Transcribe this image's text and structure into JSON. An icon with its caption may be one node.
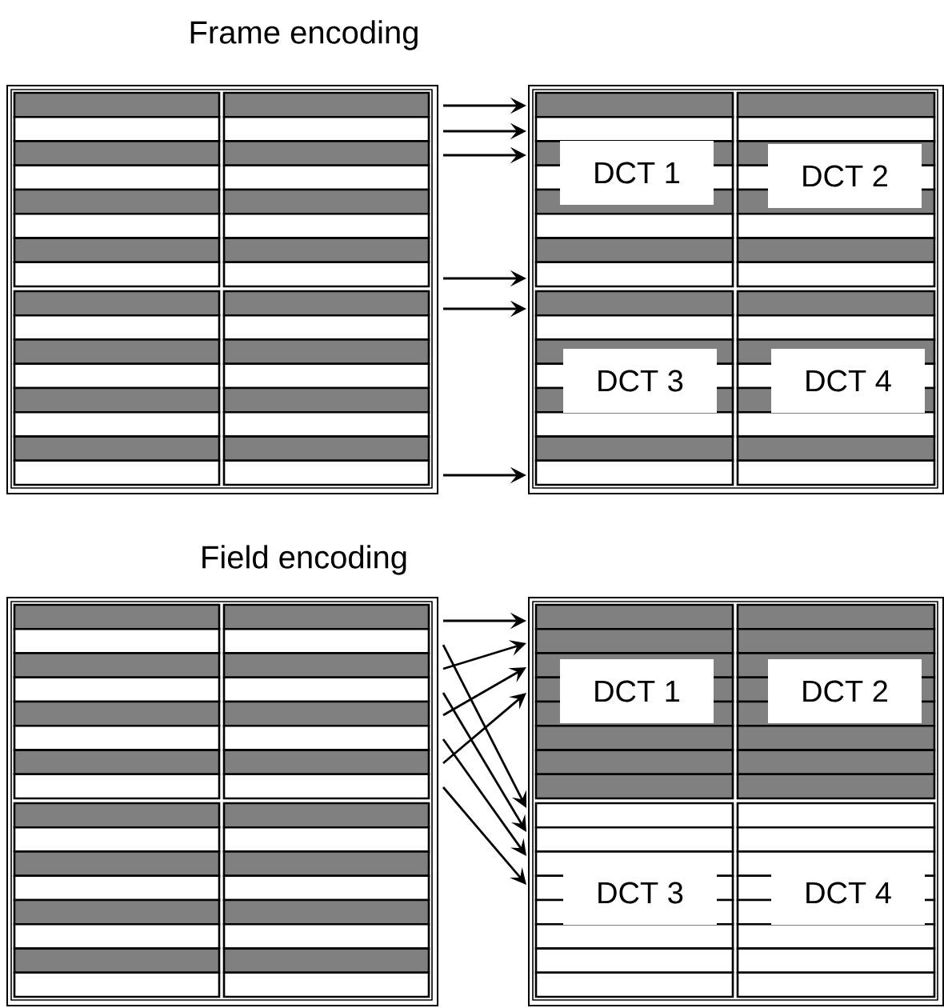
{
  "diagram": {
    "nodes": [
      {
        "text": [],
        "shape": "box"
      },
      {
        "text": [],
        "shape": "box"
      },
      {
        "text": [
          "DCT 1"
        ],
        "in": 1
      },
      {
        "text": [
          "DCT 2"
        ],
        "in": 1
      },
      {
        "text": [
          "DCT 3"
        ],
        "in": 1
      },
      {
        "text": [
          "DCT 4"
        ],
        "in": 1
      },
      {
        "text": [],
        "shape": "box"
      },
      {
        "text": [],
        "shape": "box"
      },
      {
        "text": [
          "DCT 1"
        ],
        "in": 7
      },
      {
        "text": [
          "DCT 2"
        ],
        "in": 7
      },
      {
        "text": [
          "DCT 3"
        ],
        "in": 7
      },
      {
        "text": [
          "DCT 4"
        ],
        "in": 7
      }
    ],
    "edges": [
      {
        "from": 0,
        "to": 1,
        "arrow": "to"
      },
      {
        "from": 0,
        "to": 1,
        "arrow": "to"
      },
      {
        "from": 0,
        "to": 1,
        "arrow": "to"
      },
      {
        "from": 0,
        "to": 1,
        "arrow": "to"
      },
      {
        "from": 0,
        "to": 1,
        "arrow": "to"
      },
      {
        "from": 0,
        "to": 1,
        "arrow": "to"
      },
      {
        "from": 6,
        "to": 7,
        "arrow": "to"
      },
      {
        "from": 6,
        "to": 7,
        "arrow": "to"
      },
      {
        "from": 6,
        "to": 7,
        "arrow": "to"
      },
      {
        "from": 6,
        "to": 7,
        "arrow": "to"
      },
      {
        "from": 6,
        "to": 7,
        "arrow": "to"
      },
      {
        "from": 6,
        "to": 7,
        "arrow": "to"
      },
      {
        "from": 6,
        "to": 7,
        "arrow": "to"
      },
      {
        "from": 6,
        "to": 7,
        "arrow": "to"
      }
    ],
    "labels": [
      "Frame encoding",
      "Field encoding"
    ]
  }
}
